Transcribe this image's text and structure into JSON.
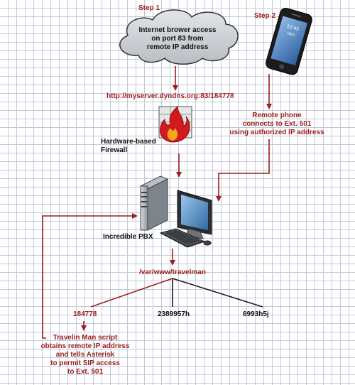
{
  "steps": {
    "step1": "Step 1",
    "step2": "Step 2"
  },
  "cloud": {
    "text": "Internet brower access\non port 83 from\nremote IP address"
  },
  "url": "http://myserver.dyndns.org:83/184778",
  "firewall_label": "Hardware-based\nFirewall",
  "phone_label": "Remote phone\nconnects to Ext. 501\nusing authorized IP address",
  "phone_screen": {
    "time": "12:45",
    "date": "WED"
  },
  "pbx_label": "Incredible PBX",
  "path_label": "/var/www/travelman",
  "branches": [
    "184778",
    "2389957h",
    "6993h5j"
  ],
  "script_label": "Travelin Man script\nobtains remote IP address\nand tells Asterisk\nto permit SIP access\nto Ext. 501",
  "colors": {
    "arrow": "#9c1e1e",
    "text_red": "#9c1e1e",
    "cloud": "#cfd3d8",
    "grid": "#c4c8dc"
  }
}
